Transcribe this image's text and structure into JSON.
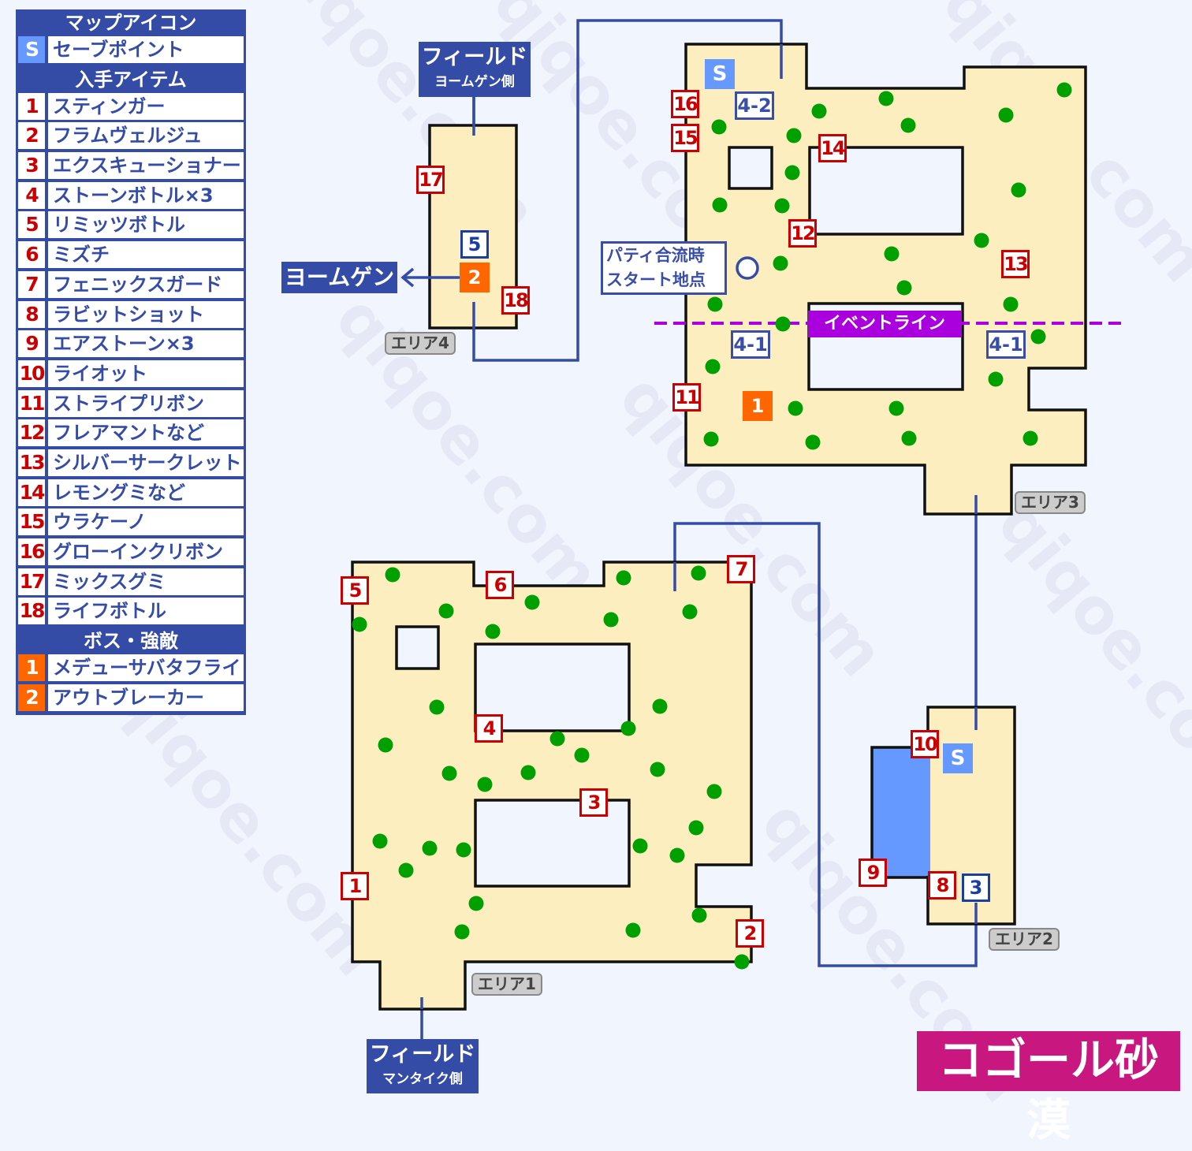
{
  "title": "コゴール砂漠",
  "watermark": "qiqoe.com",
  "legend": {
    "map_icons_header": "マップアイコン",
    "save": {
      "icon": "S",
      "label": "セーブポイント"
    },
    "items_header": "入手アイテム",
    "items": [
      {
        "num": "1",
        "name": "スティンガー"
      },
      {
        "num": "2",
        "name": "フラムヴェルジュ"
      },
      {
        "num": "3",
        "name": "エクスキューショナー"
      },
      {
        "num": "4",
        "name": "ストーンボトル×3"
      },
      {
        "num": "5",
        "name": "リミッツボトル"
      },
      {
        "num": "6",
        "name": "ミズチ"
      },
      {
        "num": "7",
        "name": "フェニックスガード"
      },
      {
        "num": "8",
        "name": "ラビットショット"
      },
      {
        "num": "9",
        "name": "エアストーン×3"
      },
      {
        "num": "10",
        "name": "ライオット"
      },
      {
        "num": "11",
        "name": "ストライプリボン"
      },
      {
        "num": "12",
        "name": "フレアマントなど"
      },
      {
        "num": "13",
        "name": "シルバーサークレット"
      },
      {
        "num": "14",
        "name": "レモングミなど"
      },
      {
        "num": "15",
        "name": "ウラケーノ"
      },
      {
        "num": "16",
        "name": "グローインクリボン"
      },
      {
        "num": "17",
        "name": "ミックスグミ"
      },
      {
        "num": "18",
        "name": "ライフボトル"
      }
    ],
    "boss_header": "ボス・強敵",
    "bosses": [
      {
        "num": "1",
        "name": "メデューサバタフライ"
      },
      {
        "num": "2",
        "name": "アウトブレーカー"
      }
    ]
  },
  "map": {
    "areas": {
      "a1": "エリア1",
      "a2": "エリア2",
      "a3": "エリア3",
      "a4": "エリア4"
    },
    "field_top": {
      "title": "フィールド",
      "sub": "ヨームゲン側"
    },
    "field_bottom": {
      "title": "フィールド",
      "sub": "マンタイク側"
    },
    "yoomugen": "ヨームゲン",
    "party_start": [
      "パティ合流時",
      "スタート地点"
    ],
    "event_line": "イベントライン",
    "doors": {
      "d42": "4-2",
      "d41a": "4-1",
      "d41b": "4-1"
    },
    "save_icon": "S",
    "markers": {
      "i1": "1",
      "i2": "2",
      "i3": "3",
      "i4": "4",
      "i5": "5",
      "i6": "6",
      "i7": "7",
      "i8": "8",
      "i9": "9",
      "i10": "10",
      "i11": "11",
      "i12": "12",
      "i13": "13",
      "i14": "14",
      "i15": "15",
      "i16": "16",
      "i17": "17",
      "i18": "18",
      "c3": "3",
      "c5": "5",
      "b1": "1",
      "b2": "2"
    }
  },
  "colors": {
    "floor": "#fdeebf",
    "wall": "#111111",
    "route": "#354ca7",
    "item": "#cc0000",
    "boss": "#ff6600",
    "save": "#6699ff",
    "water": "#6699ff",
    "enemy": "#00a000",
    "event": "#aa00dd",
    "title_bg": "#c8177f"
  }
}
